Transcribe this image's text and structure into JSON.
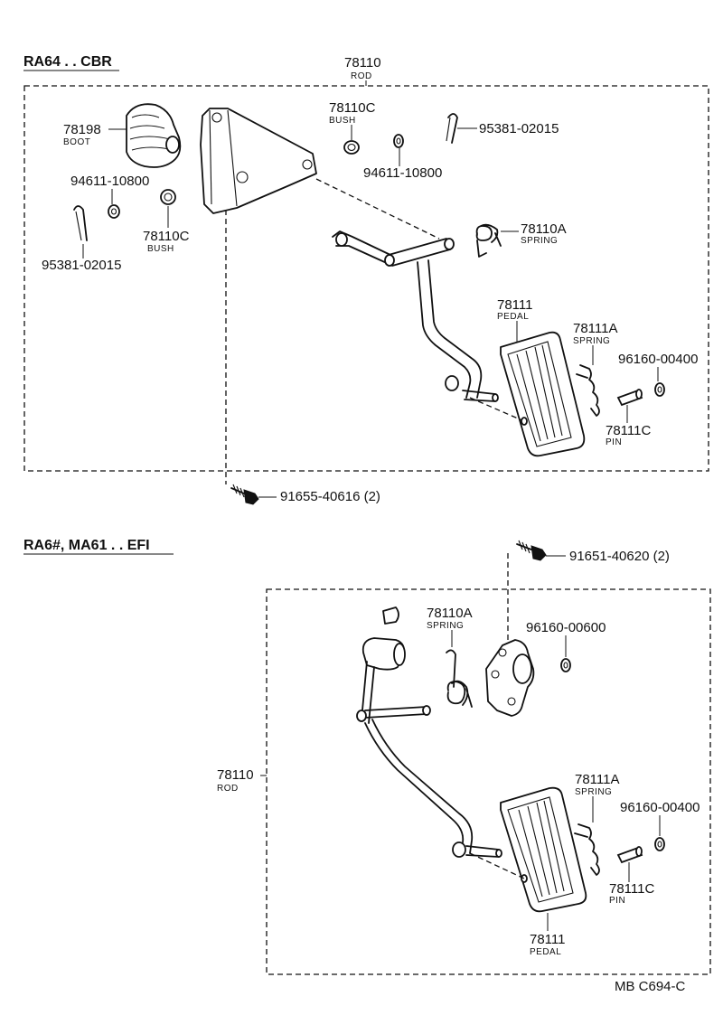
{
  "sections": {
    "top": "RA64 . . CBR",
    "bottom": "RA6#, MA61 . . EFI"
  },
  "top_parts": {
    "rod": {
      "num": "78110",
      "name": "ROD"
    },
    "boot": {
      "num": "78198",
      "name": "BOOT"
    },
    "bush_upper": {
      "num": "78110C",
      "name": "BUSH"
    },
    "bush_lower": {
      "num": "78110C",
      "name": "BUSH"
    },
    "pin_cotter_right": {
      "num": "95381-02015"
    },
    "pin_cotter_left": {
      "num": "95381-02015"
    },
    "washer_right": {
      "num": "94611-10800"
    },
    "washer_left": {
      "num": "94611-10800"
    },
    "spring_a": {
      "num": "78110A",
      "name": "SPRING"
    },
    "pedal": {
      "num": "78111",
      "name": "PEDAL"
    },
    "spring_pedal": {
      "num": "78111A",
      "name": "SPRING"
    },
    "clip": {
      "num": "96160-00400"
    },
    "pin": {
      "num": "78111C",
      "name": "PIN"
    },
    "bolt": {
      "num": "91655-40616 (2)"
    }
  },
  "bottom_parts": {
    "bolt": {
      "num": "91651-40620 (2)"
    },
    "spring_a": {
      "num": "78110A",
      "name": "SPRING"
    },
    "clip_upper": {
      "num": "96160-00600"
    },
    "rod": {
      "num": "78110",
      "name": "ROD"
    },
    "spring_pedal": {
      "num": "78111A",
      "name": "SPRING"
    },
    "clip_lower": {
      "num": "96160-00400"
    },
    "pin": {
      "num": "78111C",
      "name": "PIN"
    },
    "pedal": {
      "num": "78111",
      "name": "PEDAL"
    }
  },
  "footer": {
    "code": "MB  C694-C"
  }
}
